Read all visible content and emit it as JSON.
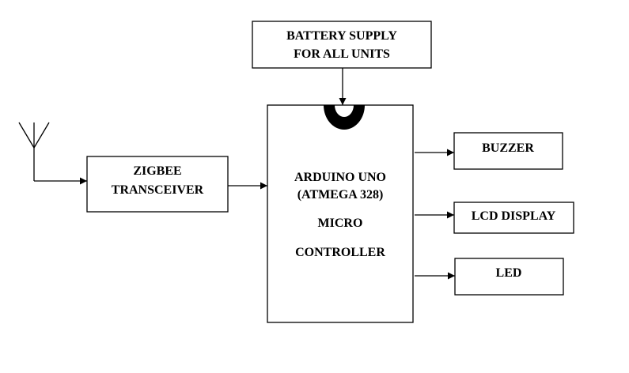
{
  "diagram": {
    "battery": {
      "line1": "BATTERY SUPPLY",
      "line2": "FOR ALL UNITS"
    },
    "zigbee": {
      "line1": "ZIGBEE",
      "line2": "TRANSCEIVER"
    },
    "controller": {
      "line1": "ARDUINO UNO",
      "line2": "(ATMEGA 328)",
      "line3": "MICRO",
      "line4": "CONTROLLER"
    },
    "buzzer": {
      "label": "BUZZER"
    },
    "lcd": {
      "label": "LCD DISPLAY"
    },
    "led": {
      "label": "LED"
    }
  },
  "colors": {
    "stroke": "#000000",
    "fill": "#ffffff"
  }
}
